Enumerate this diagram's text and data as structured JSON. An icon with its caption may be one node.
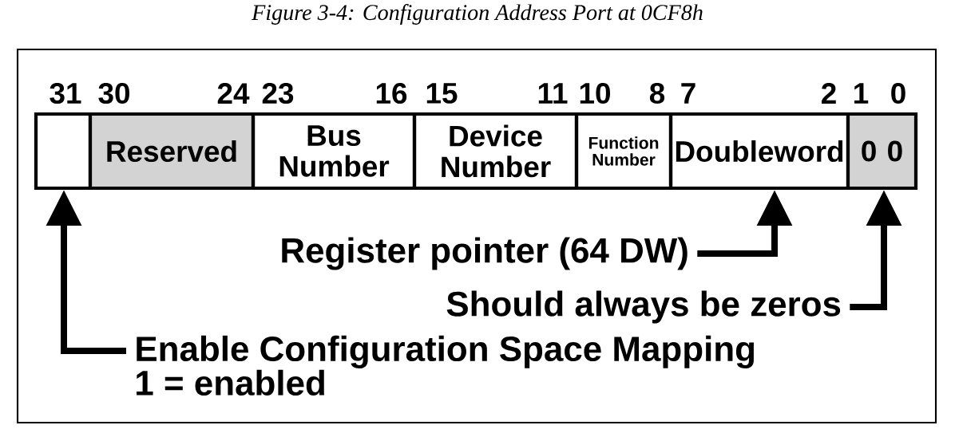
{
  "diagram": {
    "title": "Figure 3-4: Configuration Address Port at 0CF8h",
    "nodes": [
      {
        "text": [],
        "shape": "box"
      },
      {
        "text": [
          "Reserved"
        ]
      },
      {
        "text": [
          "Bus Number"
        ]
      },
      {
        "text": [
          "Device Number"
        ]
      },
      {
        "text": [
          "Function Number"
        ]
      },
      {
        "text": [
          "Doubleword"
        ]
      },
      {
        "text": [
          "0 0"
        ]
      },
      {
        "text": [
          "Register pointer (64 DW)"
        ]
      },
      {
        "text": [
          "Should always be zeros"
        ]
      },
      {
        "text": [
          "Enable Configuration Space Mapping",
          "1 = enabled"
        ]
      }
    ],
    "edges": [
      {
        "from": 7,
        "to": 5,
        "arrow": "to"
      },
      {
        "from": 8,
        "to": 6,
        "arrow": "to"
      },
      {
        "from": 9,
        "to": 0,
        "arrow": "to"
      }
    ],
    "labels": [
      "31",
      "30",
      "24",
      "23",
      "16",
      "15",
      "11",
      "10",
      "8",
      "7",
      "2",
      "1",
      "0"
    ]
  }
}
